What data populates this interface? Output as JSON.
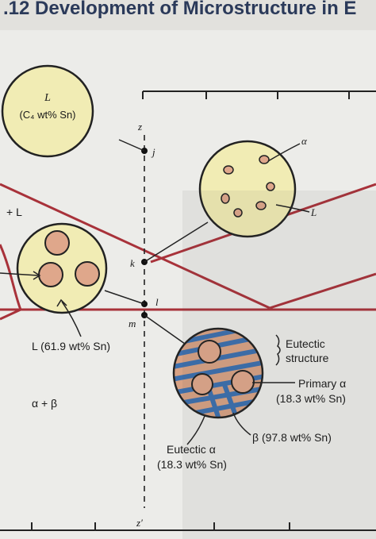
{
  "header": {
    "title": ".12 Development of Microstructure in E"
  },
  "colors": {
    "phase_boundary": "#a8323a",
    "circle_fill": "#f1ecb4",
    "particle_fill": "#dfa78b",
    "beta_lamella": "#3c6fae",
    "eutectic_matrix": "#d8a284",
    "line": "#222222"
  },
  "regions": {
    "liquid_plus": "+ L",
    "alpha_plus_beta": "α + β"
  },
  "points": {
    "z": "z",
    "j": "j",
    "k": "k",
    "l": "l",
    "m": "m",
    "z_prime": "z′"
  },
  "circles": {
    "liquid": {
      "label": "L",
      "composition": "(C₄ wt% Sn)"
    },
    "primary_alpha": {
      "alpha_label": "α",
      "liquid_label": "L"
    },
    "at_l": {
      "label": "L (61.9 wt% Sn)"
    },
    "final": {
      "eutectic_structure": [
        "Eutectic",
        "structure"
      ],
      "primary_alpha": [
        "Primary α",
        "(18.3 wt% Sn)"
      ],
      "beta": "β (97.8 wt% Sn)",
      "eutectic_alpha": [
        "Eutectic α",
        "(18.3 wt% Sn)"
      ]
    }
  }
}
